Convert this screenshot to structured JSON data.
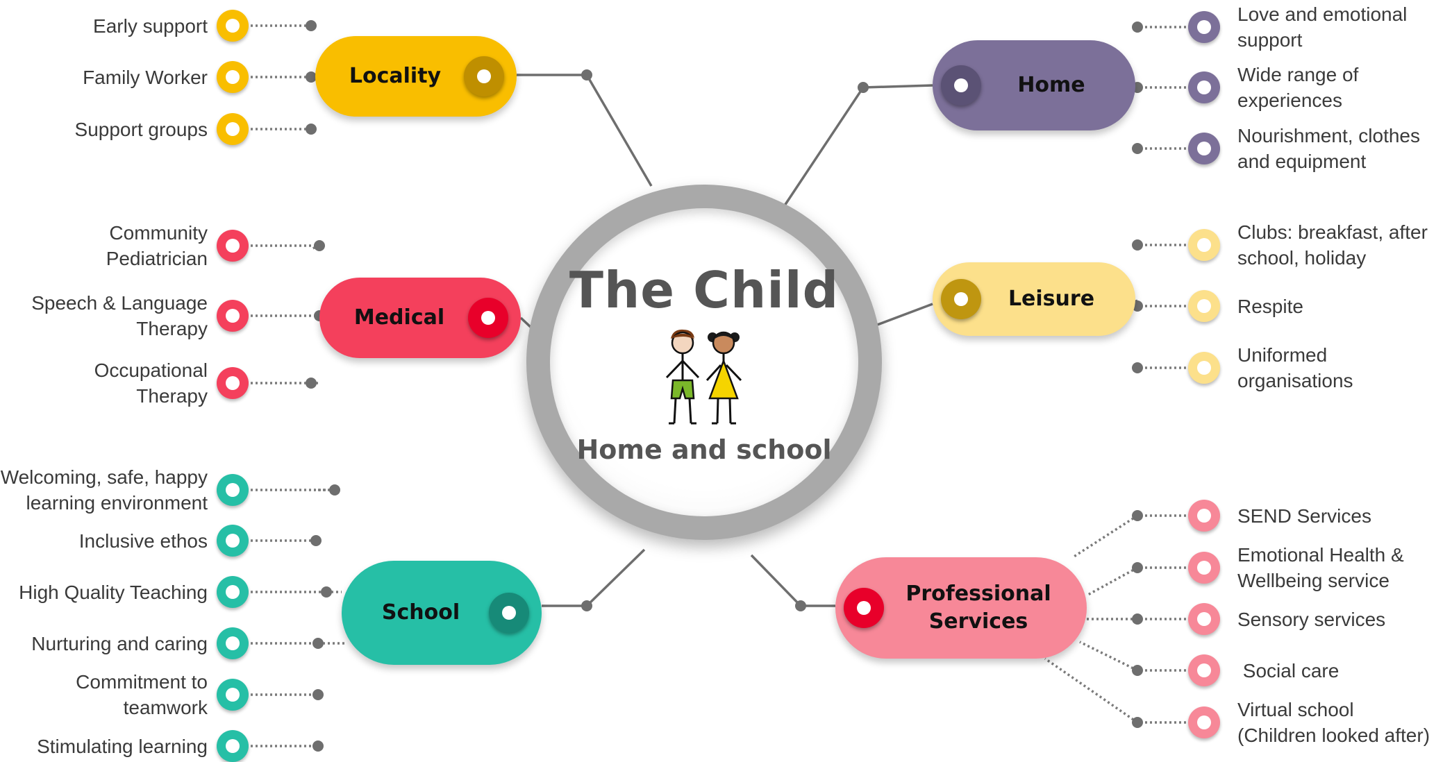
{
  "center": {
    "title": "The Child",
    "subtitle": "Home and school",
    "illustration": "boy-and-girl-figures"
  },
  "branches": [
    {
      "id": "locality",
      "label": "Locality",
      "color": "#F9BE00",
      "dot_color": "#BF8F00",
      "leaf_color": "#F9BE00",
      "leaves": [
        "Early support",
        "Family Worker",
        "Support groups"
      ]
    },
    {
      "id": "medical",
      "label": "Medical",
      "color": "#F4405C",
      "dot_color": "#E8002A",
      "leaf_color": "#F4405C",
      "leaves": [
        "Community\nPediatrician",
        "Speech & Language\nTherapy",
        "Occupational\nTherapy"
      ]
    },
    {
      "id": "school",
      "label": "School",
      "color": "#26BFA6",
      "dot_color": "#178A78",
      "leaf_color": "#26BFA6",
      "leaves": [
        "Welcoming, safe, happy\nlearning environment",
        "Inclusive ethos",
        "High Quality Teaching",
        "Nurturing and caring",
        "Commitment to\nteamwork",
        "Stimulating learning"
      ]
    },
    {
      "id": "home",
      "label": "Home",
      "color": "#7C7099",
      "dot_color": "#5B5275",
      "leaf_color": "#7C7099",
      "leaves": [
        "Love and emotional\nsupport",
        "Wide range of\nexperiences",
        "Nourishment, clothes\nand equipment"
      ]
    },
    {
      "id": "leisure",
      "label": "Leisure",
      "color": "#FCE08B",
      "dot_color": "#BF9610",
      "leaf_color": "#FCE08B",
      "leaves": [
        "Clubs: breakfast, after\nschool, holiday",
        "Respite",
        "Uniformed\norganisations"
      ]
    },
    {
      "id": "professional",
      "label": "Professional\nServices",
      "color": "#F78898",
      "dot_color": "#E8002A",
      "leaf_color": "#F78898",
      "leaves": [
        "SEND Services",
        "Emotional Health &\nWellbeing service",
        "Sensory services",
        " Social care",
        "Virtual school\n(Children looked after)"
      ]
    }
  ]
}
